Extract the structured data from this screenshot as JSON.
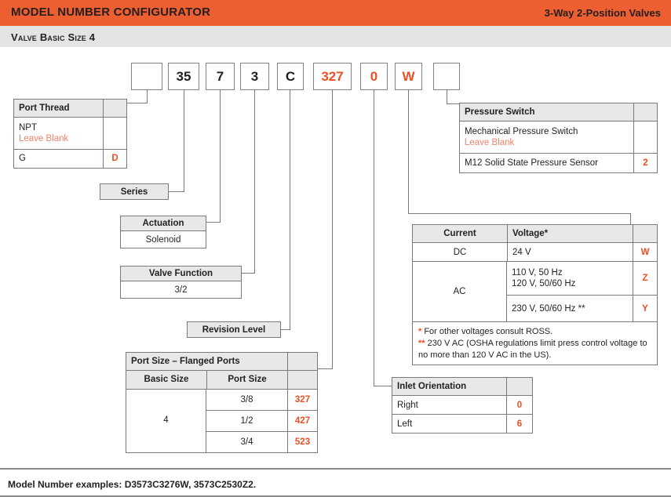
{
  "header": {
    "title": "MODEL NUMBER CONFIGURATOR",
    "right_label": "3-Way 2-Position Valves",
    "subtitle": "Valve Basic Size 4",
    "accent_color": "#ED5F30",
    "subtitle_bg": "#E4E4E4"
  },
  "model_code_boxes": [
    {
      "value": "",
      "color": "black"
    },
    {
      "value": "35",
      "color": "black"
    },
    {
      "value": "7",
      "color": "black"
    },
    {
      "value": "3",
      "color": "black"
    },
    {
      "value": "C",
      "color": "black"
    },
    {
      "value": "327",
      "color": "orange"
    },
    {
      "value": "0",
      "color": "orange"
    },
    {
      "value": "W",
      "color": "orange"
    },
    {
      "value": "",
      "color": "black"
    }
  ],
  "port_thread": {
    "title": "Port Thread",
    "rows": [
      {
        "label": "NPT",
        "sublabel": "Leave Blank",
        "code": ""
      },
      {
        "label": "G",
        "sublabel": "",
        "code": "D"
      }
    ]
  },
  "series": {
    "title": "Series"
  },
  "actuation": {
    "title": "Actuation",
    "value": "Solenoid"
  },
  "valve_function": {
    "title": "Valve Function",
    "value": "3/2"
  },
  "revision_level": {
    "title": "Revision Level"
  },
  "port_size": {
    "title": "Port Size – Flanged Ports",
    "columns": [
      "Basic Size",
      "Port Size"
    ],
    "basic_size": "4",
    "rows": [
      {
        "port_size": "3/8",
        "code": "327"
      },
      {
        "port_size": "1/2",
        "code": "427"
      },
      {
        "port_size": "3/4",
        "code": "523"
      }
    ]
  },
  "inlet_orientation": {
    "title": "Inlet Orientation",
    "rows": [
      {
        "label": "Right",
        "code": "0"
      },
      {
        "label": "Left",
        "code": "6"
      }
    ]
  },
  "pressure_switch": {
    "title": "Pressure Switch",
    "rows": [
      {
        "label": "Mechanical Pressure Switch",
        "sublabel": "Leave Blank",
        "code": ""
      },
      {
        "label": "M12 Solid State Pressure Sensor",
        "sublabel": "",
        "code": "2"
      }
    ]
  },
  "voltage": {
    "columns": [
      "Current",
      "Voltage*"
    ],
    "rows": [
      {
        "current": "DC",
        "voltage": "24 V",
        "voltage2": "",
        "code": "W"
      },
      {
        "current": "AC",
        "voltage": "110 V, 50 Hz",
        "voltage2": "120 V, 50/60 Hz",
        "code": "Z"
      },
      {
        "current": "",
        "voltage": "230 V, 50/60 Hz **",
        "voltage2": "",
        "code": "Y"
      }
    ],
    "footnote1_mark": "*",
    "footnote1": " For other voltages consult ROSS.",
    "footnote2_mark": "**",
    "footnote2": " 230 V AC (OSHA regulations limit press control voltage to no more than 120 V AC in the US)."
  },
  "footer": {
    "text": "Model Number examples: D3573C3276W, 3573C2530Z2."
  }
}
